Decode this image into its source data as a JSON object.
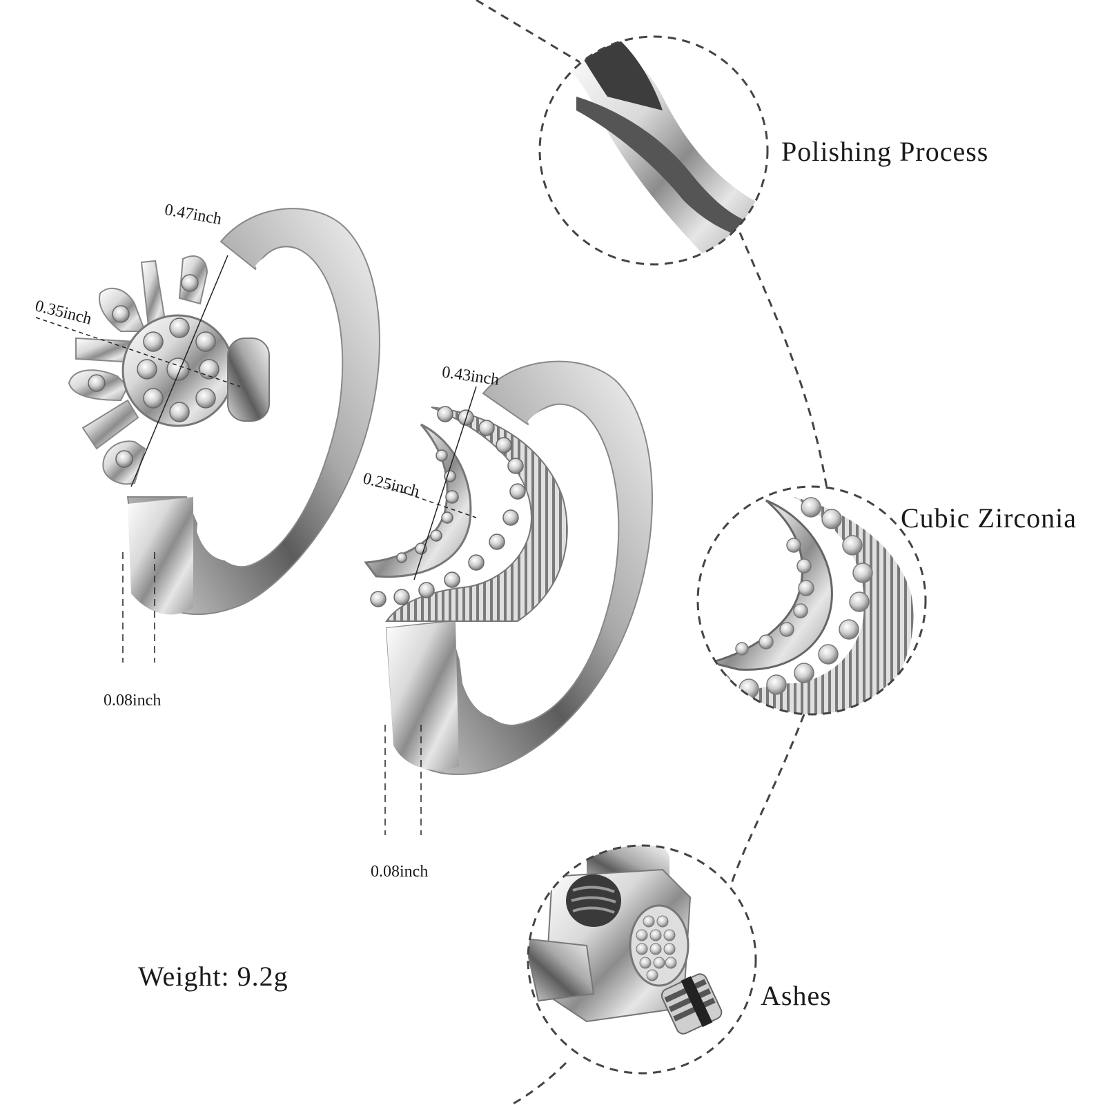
{
  "features": {
    "polishing": {
      "label": "Polishing Process",
      "icon": "polished-band-closeup"
    },
    "zirconia": {
      "label": "Cubic Zirconia",
      "icon": "moon-setting-closeup"
    },
    "ashes": {
      "label": "Ashes",
      "icon": "ash-chamber-closeup"
    }
  },
  "sun_ring": {
    "width_label": "0.47inch",
    "height_label": "0.35inch",
    "band_label": "0.08inch"
  },
  "moon_ring": {
    "width_label": "0.43inch",
    "height_label": "0.25inch",
    "band_label": "0.08inch"
  },
  "weight": "Weight: 9.2g",
  "colors": {
    "metal_light": "#f2f2f2",
    "metal_mid": "#b8b8b8",
    "metal_dark": "#555555",
    "dash": "#444444",
    "text": "#1a1a1a"
  }
}
